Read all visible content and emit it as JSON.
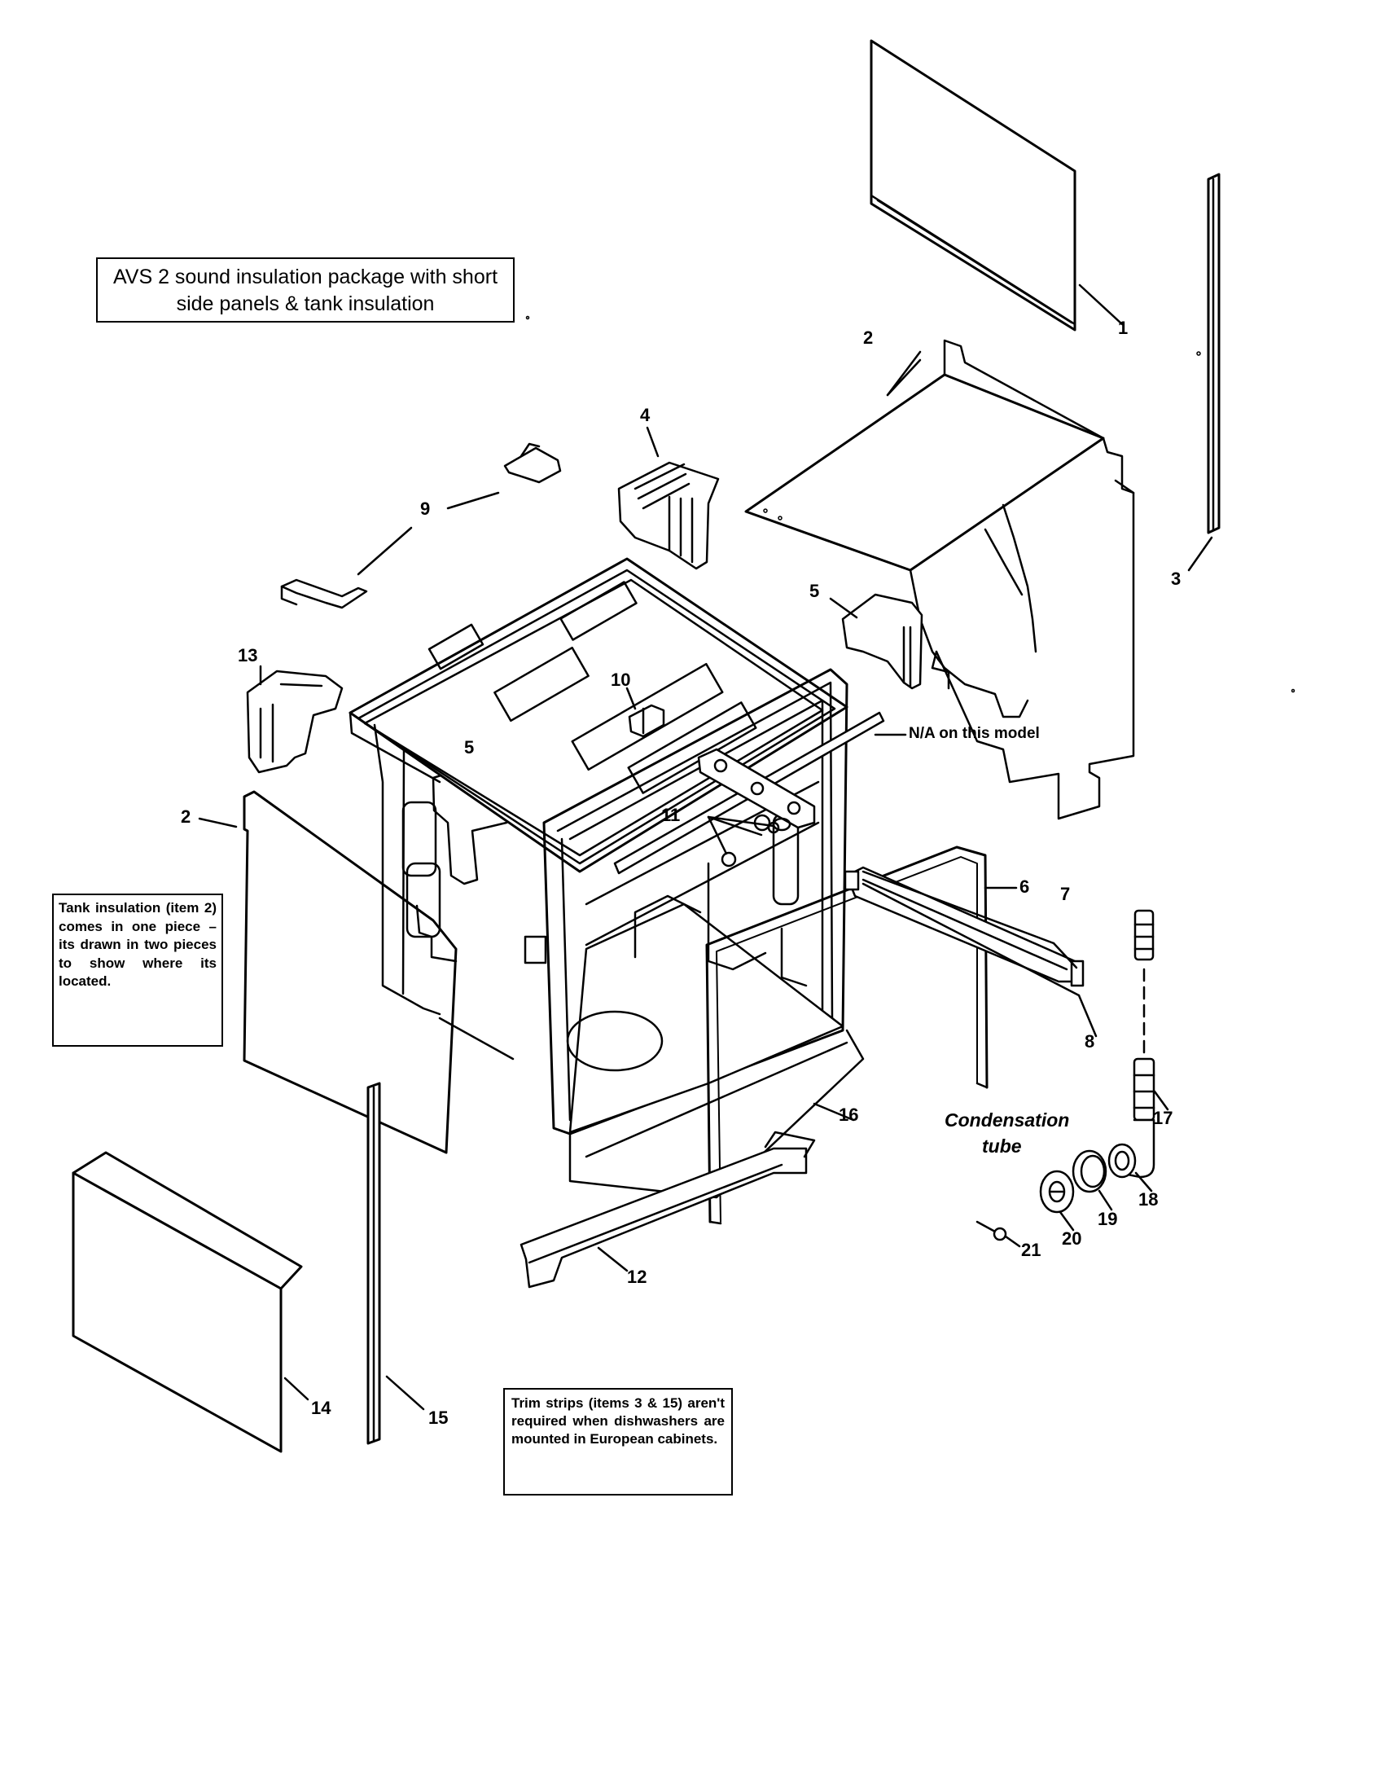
{
  "notes": {
    "title": "AVS 2 sound insulation package with short side panels & tank insulation",
    "tank_insulation": "Tank insulation (item 2) comes in one piece – its drawn in two pieces to show where its located.",
    "trim_strips": "Trim strips (items 3 & 15) aren't required when dishwashers are mounted in European cabinets."
  },
  "labels": {
    "na": "N/A on this model",
    "condensation_line1": "Condensation",
    "condensation_line2": "tube"
  },
  "callouts": [
    {
      "id": "c1",
      "text": "1"
    },
    {
      "id": "c2a",
      "text": "2"
    },
    {
      "id": "c2b",
      "text": "2"
    },
    {
      "id": "c3",
      "text": "3"
    },
    {
      "id": "c4",
      "text": "4"
    },
    {
      "id": "c5a",
      "text": "5"
    },
    {
      "id": "c5b",
      "text": "5"
    },
    {
      "id": "c6",
      "text": "6"
    },
    {
      "id": "c7",
      "text": "7"
    },
    {
      "id": "c8",
      "text": "8"
    },
    {
      "id": "c9",
      "text": "9"
    },
    {
      "id": "c10",
      "text": "10"
    },
    {
      "id": "c11",
      "text": "11"
    },
    {
      "id": "c12",
      "text": "12"
    },
    {
      "id": "c13",
      "text": "13"
    },
    {
      "id": "c14",
      "text": "14"
    },
    {
      "id": "c15",
      "text": "15"
    },
    {
      "id": "c16",
      "text": "16"
    },
    {
      "id": "c17",
      "text": "17"
    },
    {
      "id": "c18",
      "text": "18"
    },
    {
      "id": "c19",
      "text": "19"
    },
    {
      "id": "c20",
      "text": "20"
    },
    {
      "id": "c21",
      "text": "21"
    }
  ]
}
